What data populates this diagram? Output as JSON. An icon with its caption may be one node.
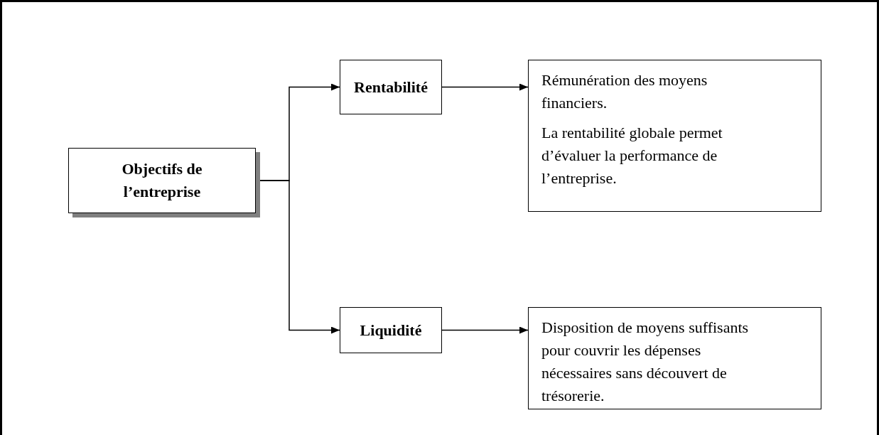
{
  "diagram": {
    "nodes": [
      {
        "text": [
          "Objectifs de l’entreprise"
        ]
      },
      {
        "text": [
          "Rentabilité"
        ]
      },
      {
        "text": [
          "Liquidité"
        ]
      },
      {
        "text": [
          "Rémunération des moyens financiers.",
          "La rentabilité globale permet d’évaluer la performance de l’entreprise."
        ]
      },
      {
        "text": [
          "Disposition de moyens suffisants pour couvrir les dépenses nécessaires sans découvert de trésorerie."
        ]
      }
    ],
    "edges": [
      {
        "from": 0,
        "to": 1,
        "arrow": "to"
      },
      {
        "from": 0,
        "to": 2,
        "arrow": "to"
      },
      {
        "from": 1,
        "to": 3,
        "arrow": "to"
      },
      {
        "from": 2,
        "to": 4,
        "arrow": "to"
      }
    ]
  }
}
